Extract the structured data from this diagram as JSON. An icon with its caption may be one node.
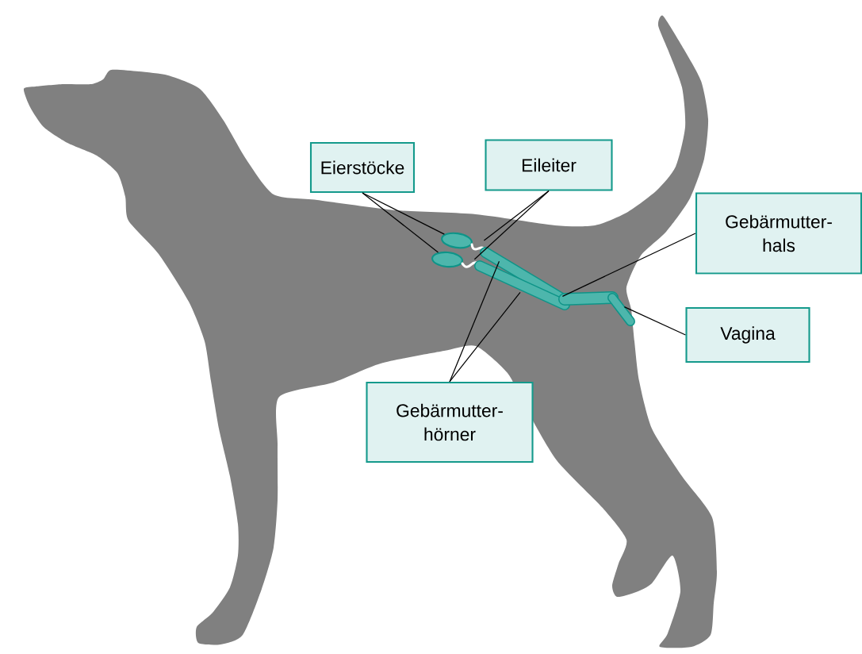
{
  "diagram": {
    "nodes": [
      {
        "text": [
          "Eierstöcke"
        ]
      },
      {
        "text": [
          "Eileiter"
        ]
      },
      {
        "text": [
          "Gebärmutter- hals"
        ]
      },
      {
        "text": [
          "Vagina"
        ]
      },
      {
        "text": [
          "Gebärmutter- hörner"
        ]
      },
      {
        "text": [],
        "shape": "ellipse"
      },
      {
        "text": [],
        "shape": "ellipse"
      },
      {
        "text": [],
        "shape": "tube"
      },
      {
        "text": [],
        "shape": "tube"
      },
      {
        "text": [],
        "shape": "tube"
      },
      {
        "text": [],
        "shape": "tube"
      },
      {
        "text": [],
        "shape": "tube"
      },
      {
        "text": [],
        "shape": "tube"
      }
    ],
    "edges": [
      {
        "from": 0,
        "to": 5,
        "arrow": "none"
      },
      {
        "from": 0,
        "to": 6,
        "arrow": "none"
      },
      {
        "from": 1,
        "to": 7,
        "arrow": "none"
      },
      {
        "from": 1,
        "to": 8,
        "arrow": "none"
      },
      {
        "from": 2,
        "to": 11,
        "arrow": "none"
      },
      {
        "from": 3,
        "to": 12,
        "arrow": "none"
      },
      {
        "from": 4,
        "to": 9,
        "arrow": "none"
      },
      {
        "from": 4,
        "to": 10,
        "arrow": "none"
      }
    ]
  }
}
